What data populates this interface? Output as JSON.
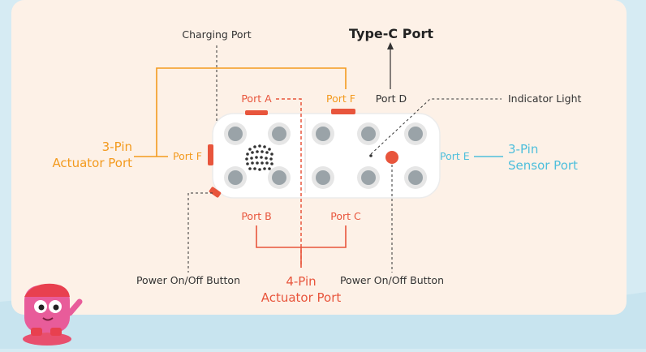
{
  "labels": {
    "charging_port": "Charging Port",
    "type_c_port": "Type-C Port",
    "port_a": "Port A",
    "port_f_top": "Port F",
    "port_d": "Port D",
    "indicator_light": "Indicator Light",
    "three_pin_actuator_line1": "3-Pin",
    "three_pin_actuator_line2": "Actuator Port",
    "port_f_left": "Port F",
    "port_e": "Port E",
    "three_pin_sensor_line1": "3-Pin",
    "three_pin_sensor_line2": "Sensor Port",
    "port_b": "Port B",
    "port_c": "Port C",
    "power_button_left": "Power On/Off Button",
    "four_pin_actuator_line1": "4-Pin",
    "four_pin_actuator_line2": "Actuator Port",
    "power_button_right": "Power On/Off Button"
  },
  "colors": {
    "panel": "#fdf1e7",
    "orange": "#f39a1e",
    "red": "#e8553c",
    "blue": "#4fbfdc",
    "dark": "#333333",
    "device": "#ffffff",
    "button_ring": "#dcdcdc",
    "button_center": "#9aa3a8"
  },
  "icons": {
    "mascot": "pink-robot-mascot-icon"
  }
}
